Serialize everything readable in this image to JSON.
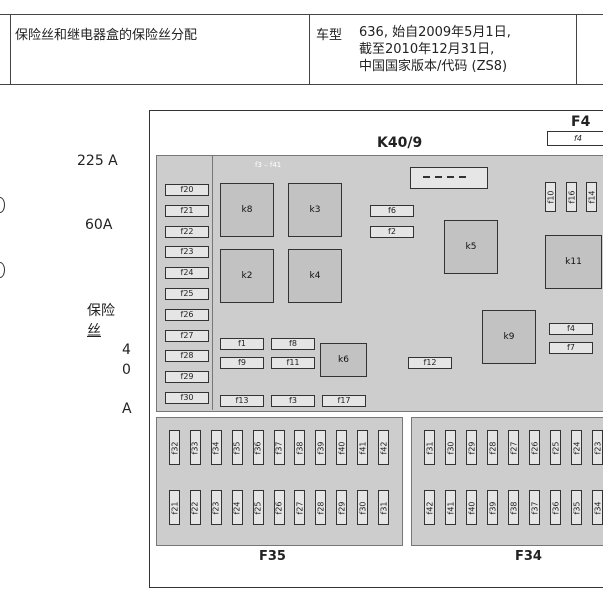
{
  "header": {
    "title": "保险丝和继电器盒的保险丝分配",
    "vehicle_label": "车型",
    "vehicle_lines": [
      "636, 始自2009年5月1日,",
      "截至2010年12月31日,",
      "中国国家版本/代码 (ZS8)"
    ]
  },
  "side": {
    "a225": "225 A",
    "a60": "60A",
    "fuse_label_1": "保险",
    "fuse_label_2": "丝",
    "a40_1": "4",
    "a40_2": "0",
    "a40_3": "A"
  },
  "diagram": {
    "main_label": "K40/9",
    "f4_label": "F4",
    "f4_box": "f4",
    "range_label": "f3 – f41",
    "left_column": [
      "f20",
      "f21",
      "f22",
      "f23",
      "f24",
      "f25",
      "f26",
      "f27",
      "f28",
      "f29",
      "f30"
    ],
    "relays": {
      "k8": "k8",
      "k3": "k3",
      "k2": "k2",
      "k4": "k4",
      "k5": "k5",
      "k11": "k11",
      "k9": "k9",
      "k6": "k6"
    },
    "small": {
      "f6": "f6",
      "f2": "f2",
      "f1": "f1",
      "f8": "f8",
      "f9": "f9",
      "f11": "f11",
      "f12": "f12",
      "f13": "f13",
      "f3": "f3",
      "f17": "f17",
      "f4": "f4",
      "f7": "f7"
    },
    "vertical_top": [
      "f10",
      "f16",
      "f14"
    ],
    "f35_top": [
      "f32",
      "f33",
      "f34",
      "f35",
      "f36",
      "f37",
      "f38",
      "f39",
      "f40",
      "f41",
      "f42"
    ],
    "f35_bottom": [
      "f21",
      "f22",
      "f23",
      "f24",
      "f25",
      "f26",
      "f27",
      "f28",
      "f29",
      "f30",
      "f31"
    ],
    "f34_top": [
      "f31",
      "f30",
      "f29",
      "f28",
      "f27",
      "f26",
      "f25",
      "f24",
      "f23"
    ],
    "f34_bottom": [
      "f42",
      "f41",
      "f40",
      "f39",
      "f38",
      "f37",
      "f36",
      "f35",
      "f34"
    ],
    "f35_label": "F35",
    "f34_label": "F34"
  }
}
